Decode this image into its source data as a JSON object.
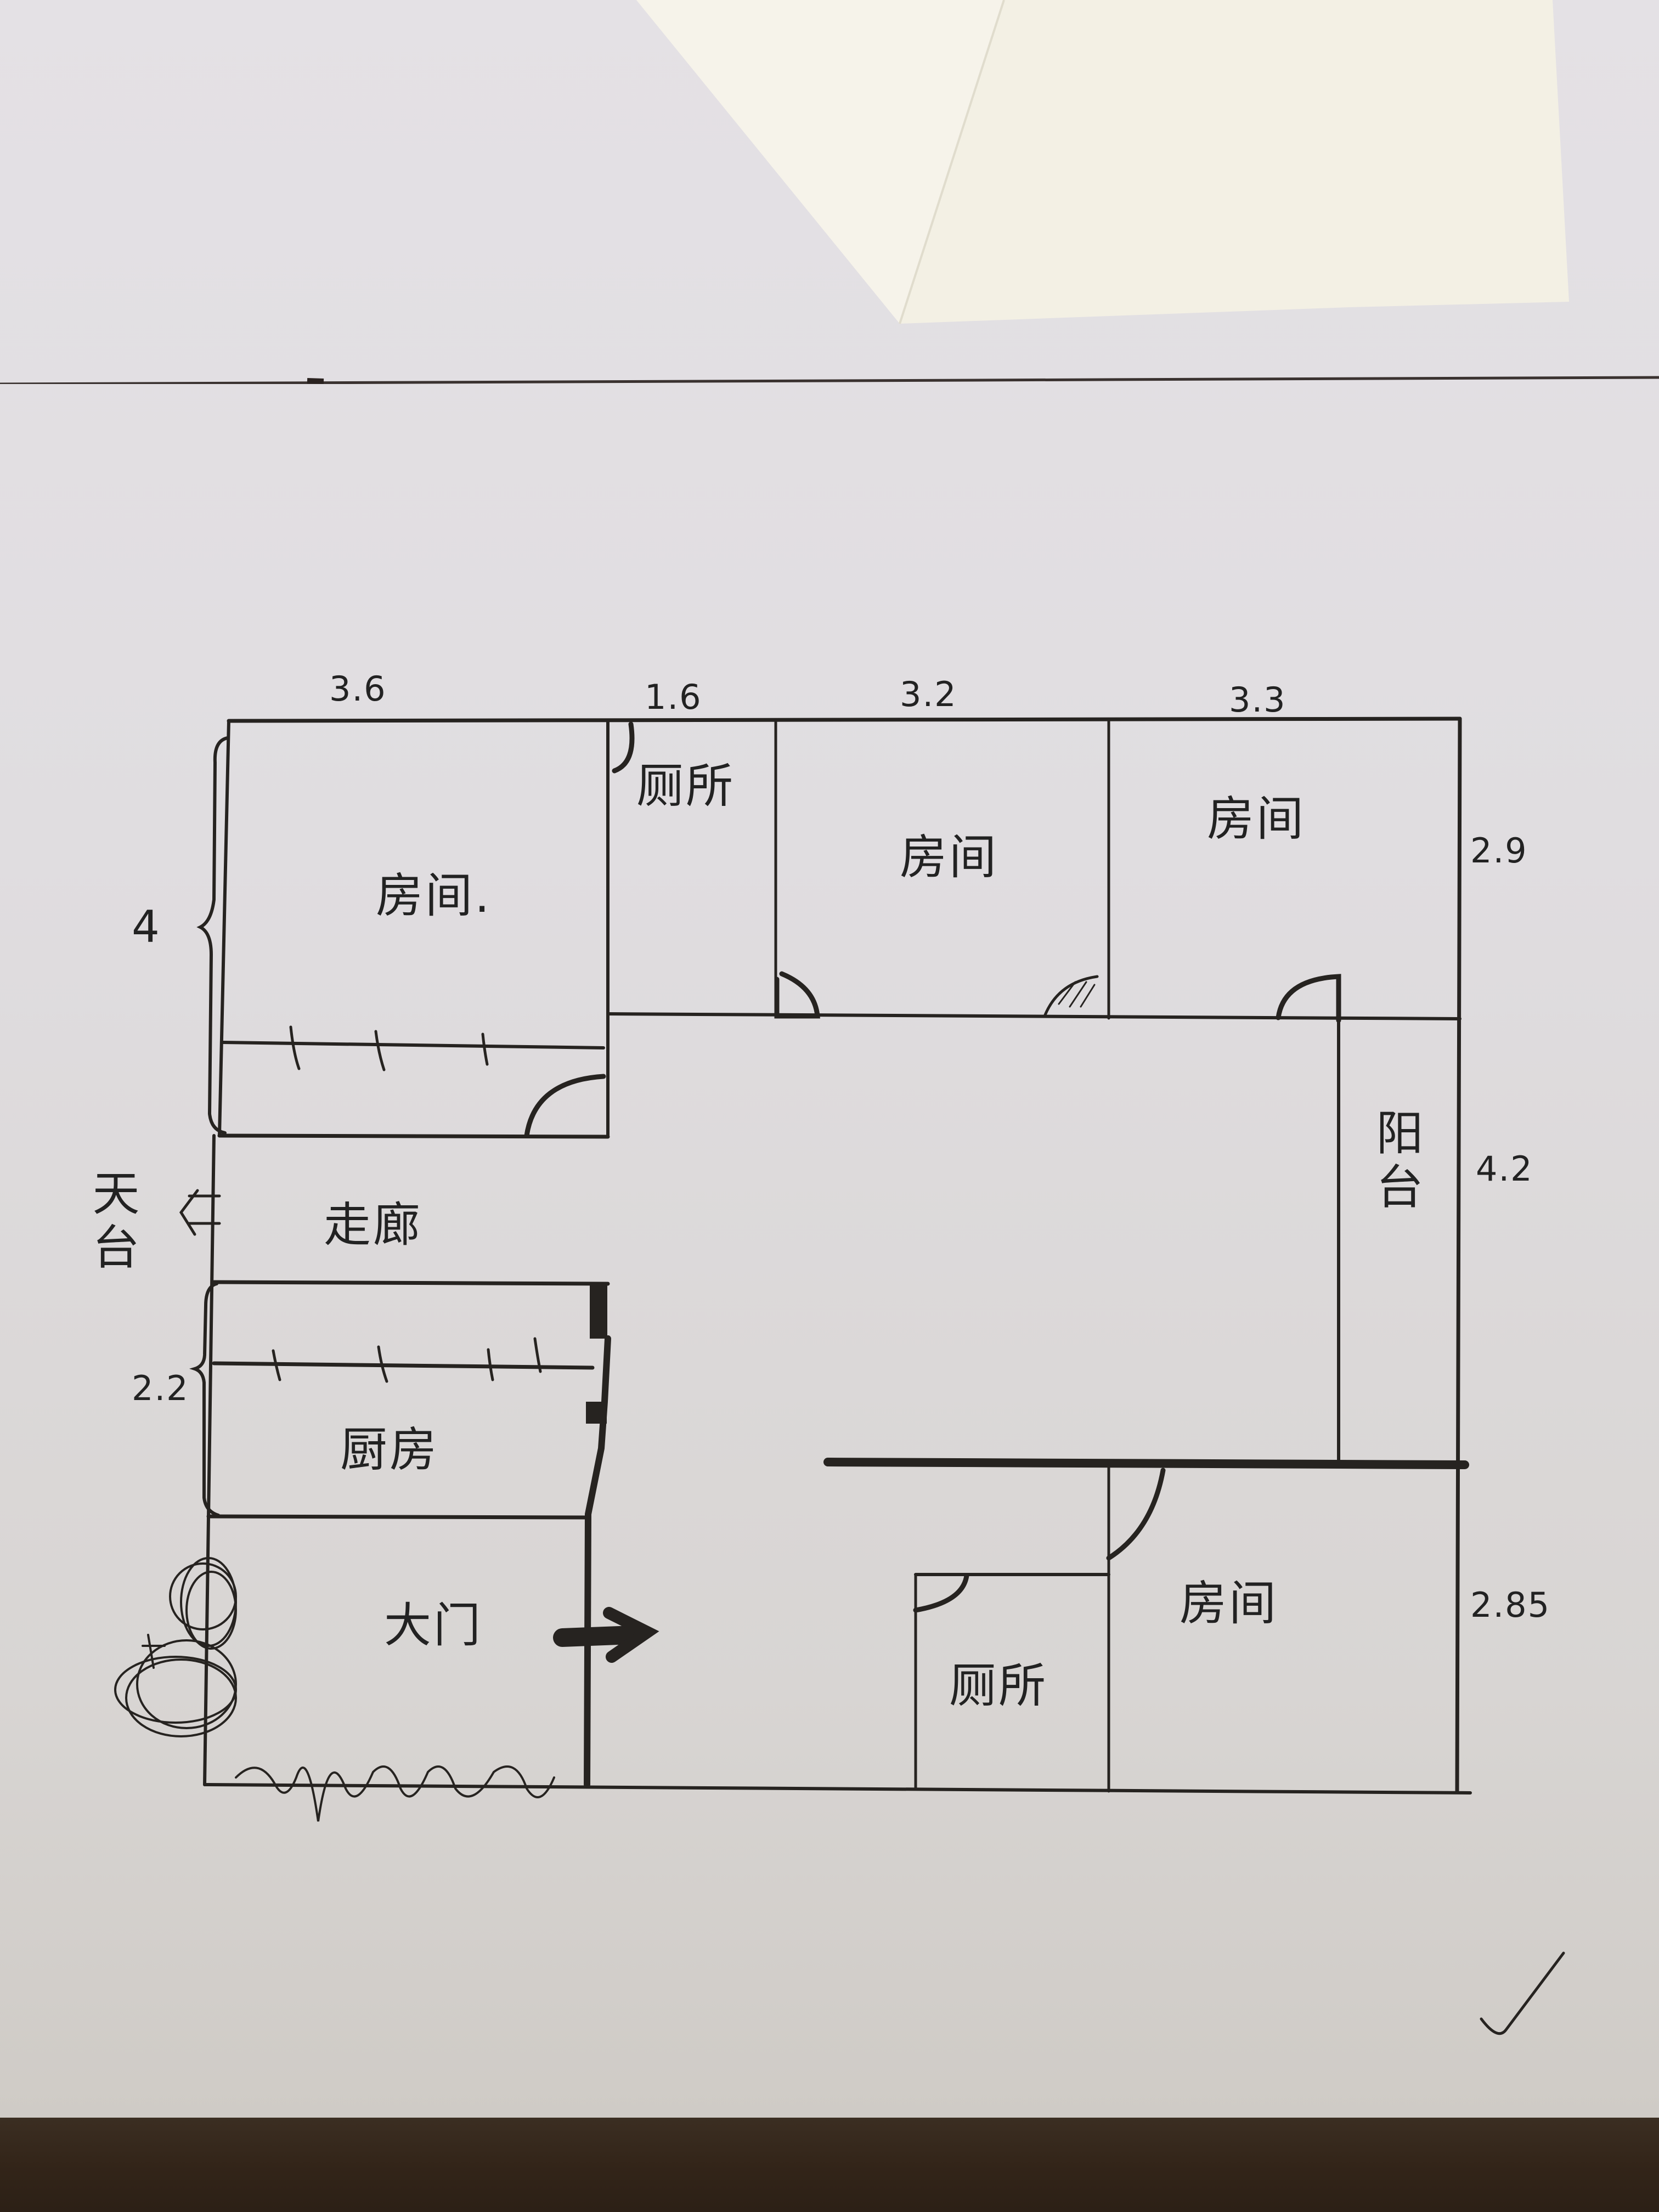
{
  "diagram": {
    "type": "hand-drawn floor plan",
    "medium": "pen on paper photo",
    "top_dimensions": [
      "3.6",
      "1.6",
      "3.2",
      "3.3"
    ],
    "right_dimensions": [
      "2.9",
      "4.2",
      "2.85"
    ],
    "left_dimensions": [
      "4",
      "2.2"
    ],
    "rooms": {
      "room_top_left": "房间.",
      "toilet_top": "厕所",
      "room_top_middle": "房间",
      "room_top_right": "房间",
      "balcony": "阳台",
      "corridor": "走廊",
      "rooftop_terrace": "天台",
      "kitchen": "厨房",
      "main_entrance": "大门",
      "toilet_bottom": "厕所",
      "room_bottom_right": "房间"
    },
    "annotations": {
      "terrace_arrow": "←",
      "entrance_arrow": "→"
    },
    "colors": {
      "ink": "#262320",
      "paper": "#e3e0e3",
      "fold_paper": "#f2efe3",
      "table": "#35281c"
    }
  }
}
